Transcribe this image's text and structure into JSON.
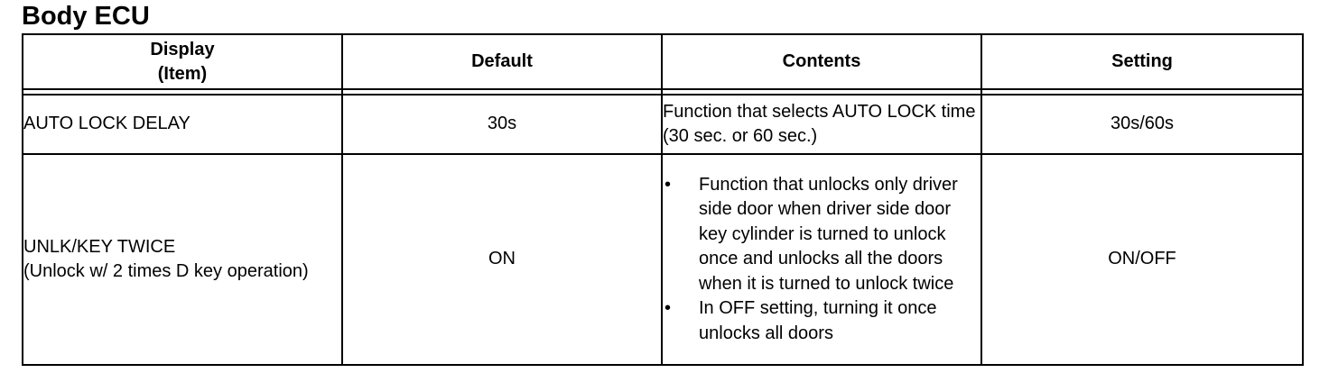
{
  "title": "Body ECU",
  "table": {
    "headers": {
      "display_line1": "Display",
      "display_line2": "(Item)",
      "default": "Default",
      "contents": "Contents",
      "setting": "Setting"
    },
    "rows": [
      {
        "item": "AUTO LOCK DELAY",
        "default": "30s",
        "contents_text": "Function that selects AUTO LOCK time (30 sec. or 60 sec.)",
        "setting": "30s/60s"
      },
      {
        "item_line1": "UNLK/KEY TWICE",
        "item_line2": "(Unlock w/ 2 times D key operation)",
        "default": "ON",
        "contents_bullets": [
          "Function that unlocks only driver side door when driver side door key cylinder is turned to unlock once and unlocks all the doors when it is turned to unlock twice",
          "In OFF setting, turning it once unlocks all doors"
        ],
        "setting": "ON/OFF"
      }
    ]
  }
}
